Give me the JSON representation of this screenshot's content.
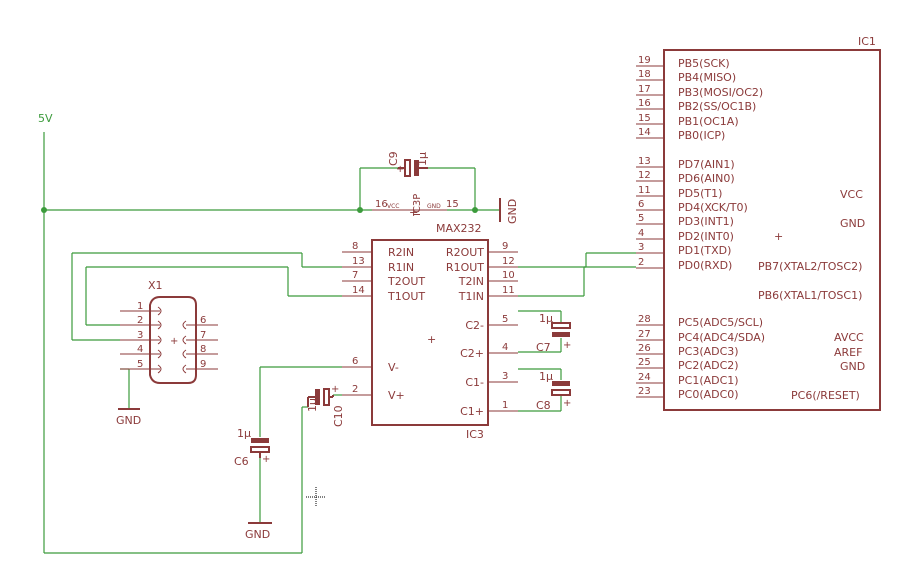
{
  "power": {
    "net": "5V",
    "gnd": "GND"
  },
  "ic1": {
    "name": "IC1",
    "left_pins": [
      {
        "num": "19",
        "name": "PB5(SCK)"
      },
      {
        "num": "18",
        "name": "PB4(MISO)"
      },
      {
        "num": "17",
        "name": "PB3(MOSI/OC2)"
      },
      {
        "num": "16",
        "name": "PB2(SS/OC1B)"
      },
      {
        "num": "15",
        "name": "PB1(OC1A)"
      },
      {
        "num": "14",
        "name": "PB0(ICP)"
      },
      {
        "num": "13",
        "name": "PD7(AIN1)"
      },
      {
        "num": "12",
        "name": "PD6(AIN0)"
      },
      {
        "num": "11",
        "name": "PD5(T1)"
      },
      {
        "num": "6",
        "name": "PD4(XCK/T0)"
      },
      {
        "num": "5",
        "name": "PD3(INT1)"
      },
      {
        "num": "4",
        "name": "PD2(INT0)"
      },
      {
        "num": "3",
        "name": "PD1(TXD)"
      },
      {
        "num": "2",
        "name": "PD0(RXD)"
      },
      {
        "num": "28",
        "name": "PC5(ADC5/SCL)"
      },
      {
        "num": "27",
        "name": "PC4(ADC4/SDA)"
      },
      {
        "num": "26",
        "name": "PC3(ADC3)"
      },
      {
        "num": "25",
        "name": "PC2(ADC2)"
      },
      {
        "num": "24",
        "name": "PC1(ADC1)"
      },
      {
        "num": "23",
        "name": "PC0(ADC0)"
      }
    ],
    "right_labels": [
      "VCC",
      "GND",
      "PB7(XTAL2/TOSC2)",
      "PB6(XTAL1/TOSC1)",
      "AVCC",
      "AREF",
      "GND",
      "PC6(/RESET)"
    ]
  },
  "ic3": {
    "name": "IC3",
    "value": "MAX232",
    "left_pins": [
      {
        "num": "8",
        "name": "R2IN"
      },
      {
        "num": "13",
        "name": "R1IN"
      },
      {
        "num": "7",
        "name": "T2OUT"
      },
      {
        "num": "14",
        "name": "T1OUT"
      },
      {
        "num": "6",
        "name": "V-"
      },
      {
        "num": "2",
        "name": "V+"
      }
    ],
    "right_pins": [
      {
        "num": "9",
        "name": "R2OUT"
      },
      {
        "num": "12",
        "name": "R1OUT"
      },
      {
        "num": "10",
        "name": "T2IN"
      },
      {
        "num": "11",
        "name": "T1IN"
      },
      {
        "num": "5",
        "name": "C2-"
      },
      {
        "num": "4",
        "name": "C2+"
      },
      {
        "num": "3",
        "name": "C1-"
      },
      {
        "num": "1",
        "name": "C1+"
      }
    ],
    "power_pins": {
      "vcc_num": "16",
      "vcc": "VCC",
      "gnd": "GND",
      "gnd_num": "15"
    },
    "p_label": "IC3P"
  },
  "connector": {
    "name": "X1",
    "pins_left": [
      "1",
      "2",
      "3",
      "4",
      "5"
    ],
    "pins_right": [
      "6",
      "7",
      "8",
      "9"
    ],
    "gnd": "GND"
  },
  "capacitors": [
    {
      "name": "C9",
      "value": "1µ"
    },
    {
      "name": "C7",
      "value": "1µ"
    },
    {
      "name": "C8",
      "value": "1µ"
    },
    {
      "name": "C10",
      "value": "1µ"
    },
    {
      "name": "C6",
      "value": "1µ"
    }
  ],
  "gnd_labels": [
    "GND",
    "GND",
    "GND"
  ]
}
